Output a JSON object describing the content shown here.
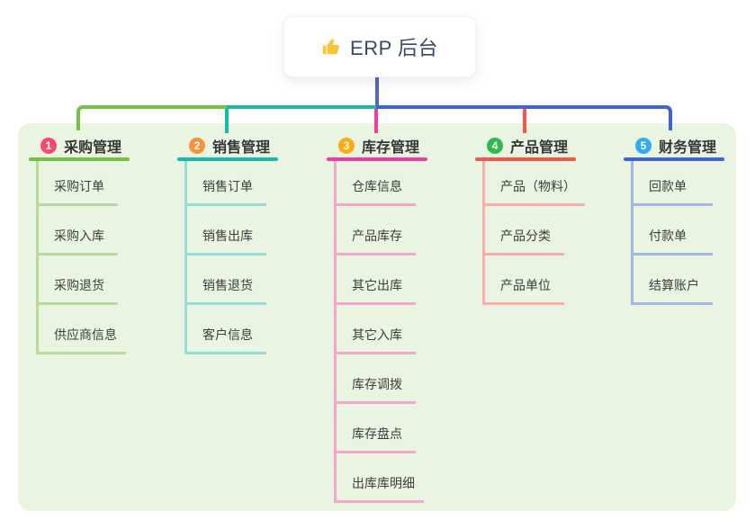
{
  "root": {
    "label": "ERP 后台",
    "icon": "thumbs-up-icon"
  },
  "colors": {
    "canvas_bg": "#ffffff",
    "panel_bg": "#e9f5e1",
    "root_connector": "#5463cf",
    "root_text": "#3b4663",
    "thumb_icon": "#fbc531"
  },
  "branches": [
    {
      "index": "1",
      "label": "采购管理",
      "badge_color": "#f8486d",
      "line_color": "#76c043",
      "light_color": "#b6db9d",
      "children": [
        "采购订单",
        "采购入库",
        "采购退货",
        "供应商信息"
      ]
    },
    {
      "index": "2",
      "label": "销售管理",
      "badge_color": "#f9903c",
      "line_color": "#16b9ab",
      "light_color": "#96ddd4",
      "children": [
        "销售订单",
        "销售出库",
        "销售退货",
        "客户信息"
      ]
    },
    {
      "index": "3",
      "label": "库存管理",
      "badge_color": "#fcad12",
      "line_color": "#ee3f9e",
      "light_color": "#f4a7cd",
      "children": [
        "仓库信息",
        "产品库存",
        "其它出库",
        "其它入库",
        "库存调拨",
        "库存盘点",
        "出库库明细"
      ]
    },
    {
      "index": "4",
      "label": "产品管理",
      "badge_color": "#2eba4e",
      "line_color": "#f4564b",
      "light_color": "#f9aea7",
      "children": [
        "产品（物料）",
        "产品分类",
        "产品单位"
      ]
    },
    {
      "index": "5",
      "label": "财务管理",
      "badge_color": "#2fabf0",
      "line_color": "#3e62d9",
      "light_color": "#a3b7e8",
      "children": [
        "回款单",
        "付款单",
        "结算账户"
      ]
    }
  ]
}
